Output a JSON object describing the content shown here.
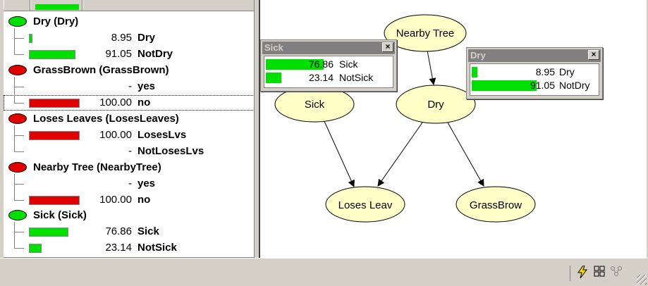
{
  "tree": {
    "nodes": [
      {
        "label": "Dry  (Dry)",
        "color": "#00e000",
        "states": [
          {
            "value": "8.95",
            "name": "Dry",
            "pct": 8.95,
            "color": "#00e000"
          },
          {
            "value": "91.05",
            "name": "NotDry",
            "pct": 91.05,
            "color": "#00e000"
          }
        ]
      },
      {
        "label": "GrassBrown  (GrassBrown)",
        "color": "#e00000",
        "states": [
          {
            "value": "-",
            "name": "yes",
            "pct": 0,
            "color": "#e00000"
          },
          {
            "value": "100.00",
            "name": "no",
            "pct": 100,
            "color": "#e00000"
          }
        ]
      },
      {
        "label": "Loses Leaves  (LosesLeaves)",
        "color": "#e00000",
        "states": [
          {
            "value": "100.00",
            "name": "LosesLvs",
            "pct": 100,
            "color": "#e00000"
          },
          {
            "value": "-",
            "name": "NotLosesLvs",
            "pct": 0,
            "color": "#e00000"
          }
        ]
      },
      {
        "label": "Nearby Tree  (NearbyTree)",
        "color": "#e00000",
        "states": [
          {
            "value": "-",
            "name": "yes",
            "pct": 0,
            "color": "#e00000"
          },
          {
            "value": "100.00",
            "name": "no",
            "pct": 100,
            "color": "#e00000"
          }
        ]
      },
      {
        "label": "Sick  (Sick)",
        "color": "#00e000",
        "states": [
          {
            "value": "76.86",
            "name": "Sick",
            "pct": 76.86,
            "color": "#00e000"
          },
          {
            "value": "23.14",
            "name": "NotSick",
            "pct": 23.14,
            "color": "#00e000"
          }
        ]
      }
    ]
  },
  "graph": {
    "nodes": [
      {
        "id": "nearby",
        "label": "Nearby Tree"
      },
      {
        "id": "sick",
        "label": "Sick"
      },
      {
        "id": "dry",
        "label": "Dry"
      },
      {
        "id": "loses",
        "label": "Loses Leav"
      },
      {
        "id": "grass",
        "label": "GrassBrow"
      }
    ],
    "node_fill": "#ffffc8"
  },
  "monitors": {
    "sick": {
      "title": "Sick",
      "close": "×",
      "rows": [
        {
          "value": "76.86",
          "name": "Sick",
          "pct": 76.86
        },
        {
          "value": "23.14",
          "name": "NotSick",
          "pct": 23.14
        }
      ]
    },
    "dry": {
      "title": "Dry",
      "close": "×",
      "rows": [
        {
          "value": "8.95",
          "name": "Dry",
          "pct": 8.95
        },
        {
          "value": "91.05",
          "name": "NotDry",
          "pct": 91.05
        }
      ]
    }
  },
  "statusbar": {
    "icons": [
      "lightning-icon",
      "grid-icon",
      "network-icon"
    ]
  }
}
